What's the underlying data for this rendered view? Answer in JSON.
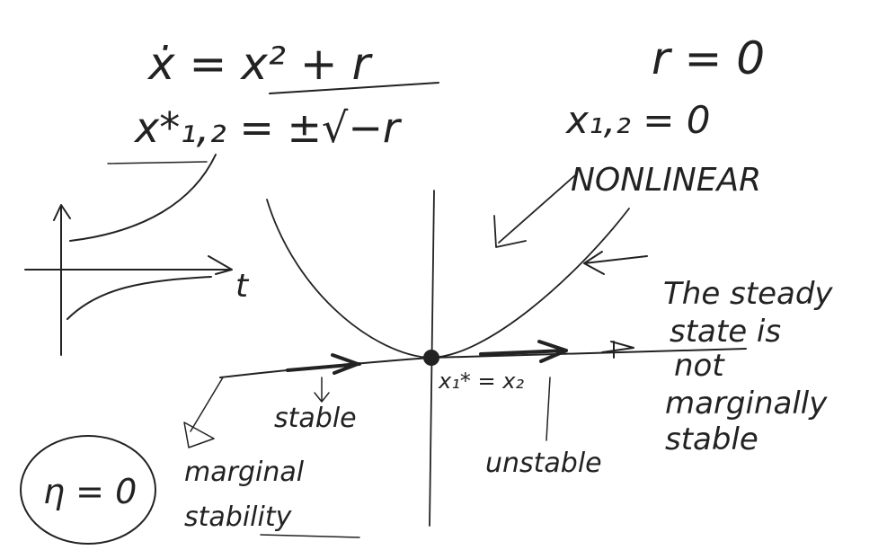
{
  "equations": {
    "ode": "ẋ = x² + r",
    "fixed_points": "x*₁,₂ = ±√−r",
    "r_value": "r = 0",
    "fixed_point_value": "x₁,₂ = 0",
    "eta": "η = 0"
  },
  "labels": {
    "nonlinear": "NONLINEAR",
    "time_axis": "t",
    "merged_point": "x₁* = x₂",
    "stable": "stable",
    "unstable": "unstable",
    "marginal_1": "marginal",
    "marginal_2": "stability",
    "note_1": "The steady",
    "note_2": "state is",
    "note_3": "not",
    "note_4": "marginally",
    "note_5": "stable"
  },
  "colors": {
    "ink": "#222222",
    "background": "#ffffff"
  }
}
